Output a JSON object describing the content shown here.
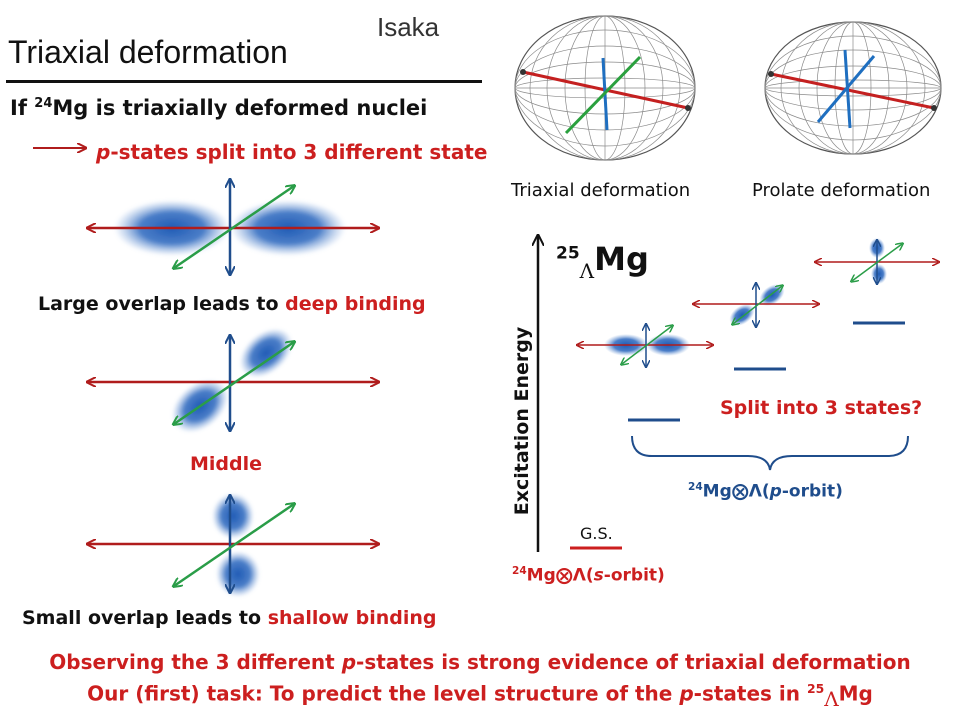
{
  "slide": {
    "title": "Triaxial deformation",
    "author": "Isaka",
    "headline_prefix": "If ",
    "headline_sup": "24",
    "headline_suffix": "Mg is triaxially deformed nuclei",
    "split_p": "p",
    "split_rest": "-states split into 3 different state"
  },
  "left_panels": {
    "cap1_black": "Large overlap leads to ",
    "cap1_red": "deep binding",
    "cap2": "Middle",
    "cap3_black": "Small overlap leads to ",
    "cap3_red": "shallow binding"
  },
  "shapes": {
    "triaxial_label": "Triaxial deformation",
    "prolate_label": "Prolate deformation"
  },
  "level_diagram": {
    "y_label": "Excitation Energy",
    "nucleus_sup": "25",
    "nucleus_lambda": "Λ",
    "nucleus_name": "Mg",
    "split_question": "Split into 3 states?",
    "porbit_sup": "24",
    "porbit_text": "Mg⨂Λ(",
    "porbit_p": "p",
    "porbit_end": "-orbit)",
    "gs_label": "G.S.",
    "sorbit_sup": "24",
    "sorbit_text": "Mg⨂Λ(",
    "sorbit_s": "s",
    "sorbit_end": "-orbit)"
  },
  "footer": {
    "line1_a": "Observing the 3 different ",
    "line1_p": "p",
    "line1_b": "-states is strong evidence of triaxial deformation",
    "line2_a": "Our (first) task: To predict the level structure of the ",
    "line2_p": "p",
    "line2_b": "-states in ",
    "line2_sup": "25",
    "line2_lambda": "Λ",
    "line2_mg": "Mg"
  },
  "colors": {
    "red": "#cc1f1f",
    "blue": "#1f4d8c",
    "green": "#2a9d48",
    "orbital_blue": "#2459b0"
  }
}
